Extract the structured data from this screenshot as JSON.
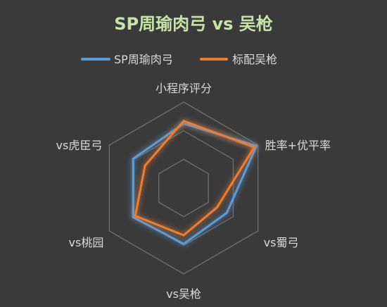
{
  "chart_data": {
    "type": "radar",
    "title": "SP周瑜肉弓 vs 吴枪",
    "categories": [
      "小程序评分",
      "胜率+优平率",
      "vs蜀弓",
      "vs吴枪",
      "vs桃园",
      "vs虎臣弓"
    ],
    "series": [
      {
        "name": "SP周瑜肉弓",
        "color": "#5b9bd5",
        "values": [
          75,
          98,
          58,
          65,
          68,
          68
        ]
      },
      {
        "name": "标配吴枪",
        "color": "#ed7d31",
        "values": [
          78,
          95,
          45,
          55,
          65,
          52
        ]
      }
    ],
    "rmax": 100,
    "grid": true,
    "grid_levels": 3,
    "legend_position": "top"
  }
}
